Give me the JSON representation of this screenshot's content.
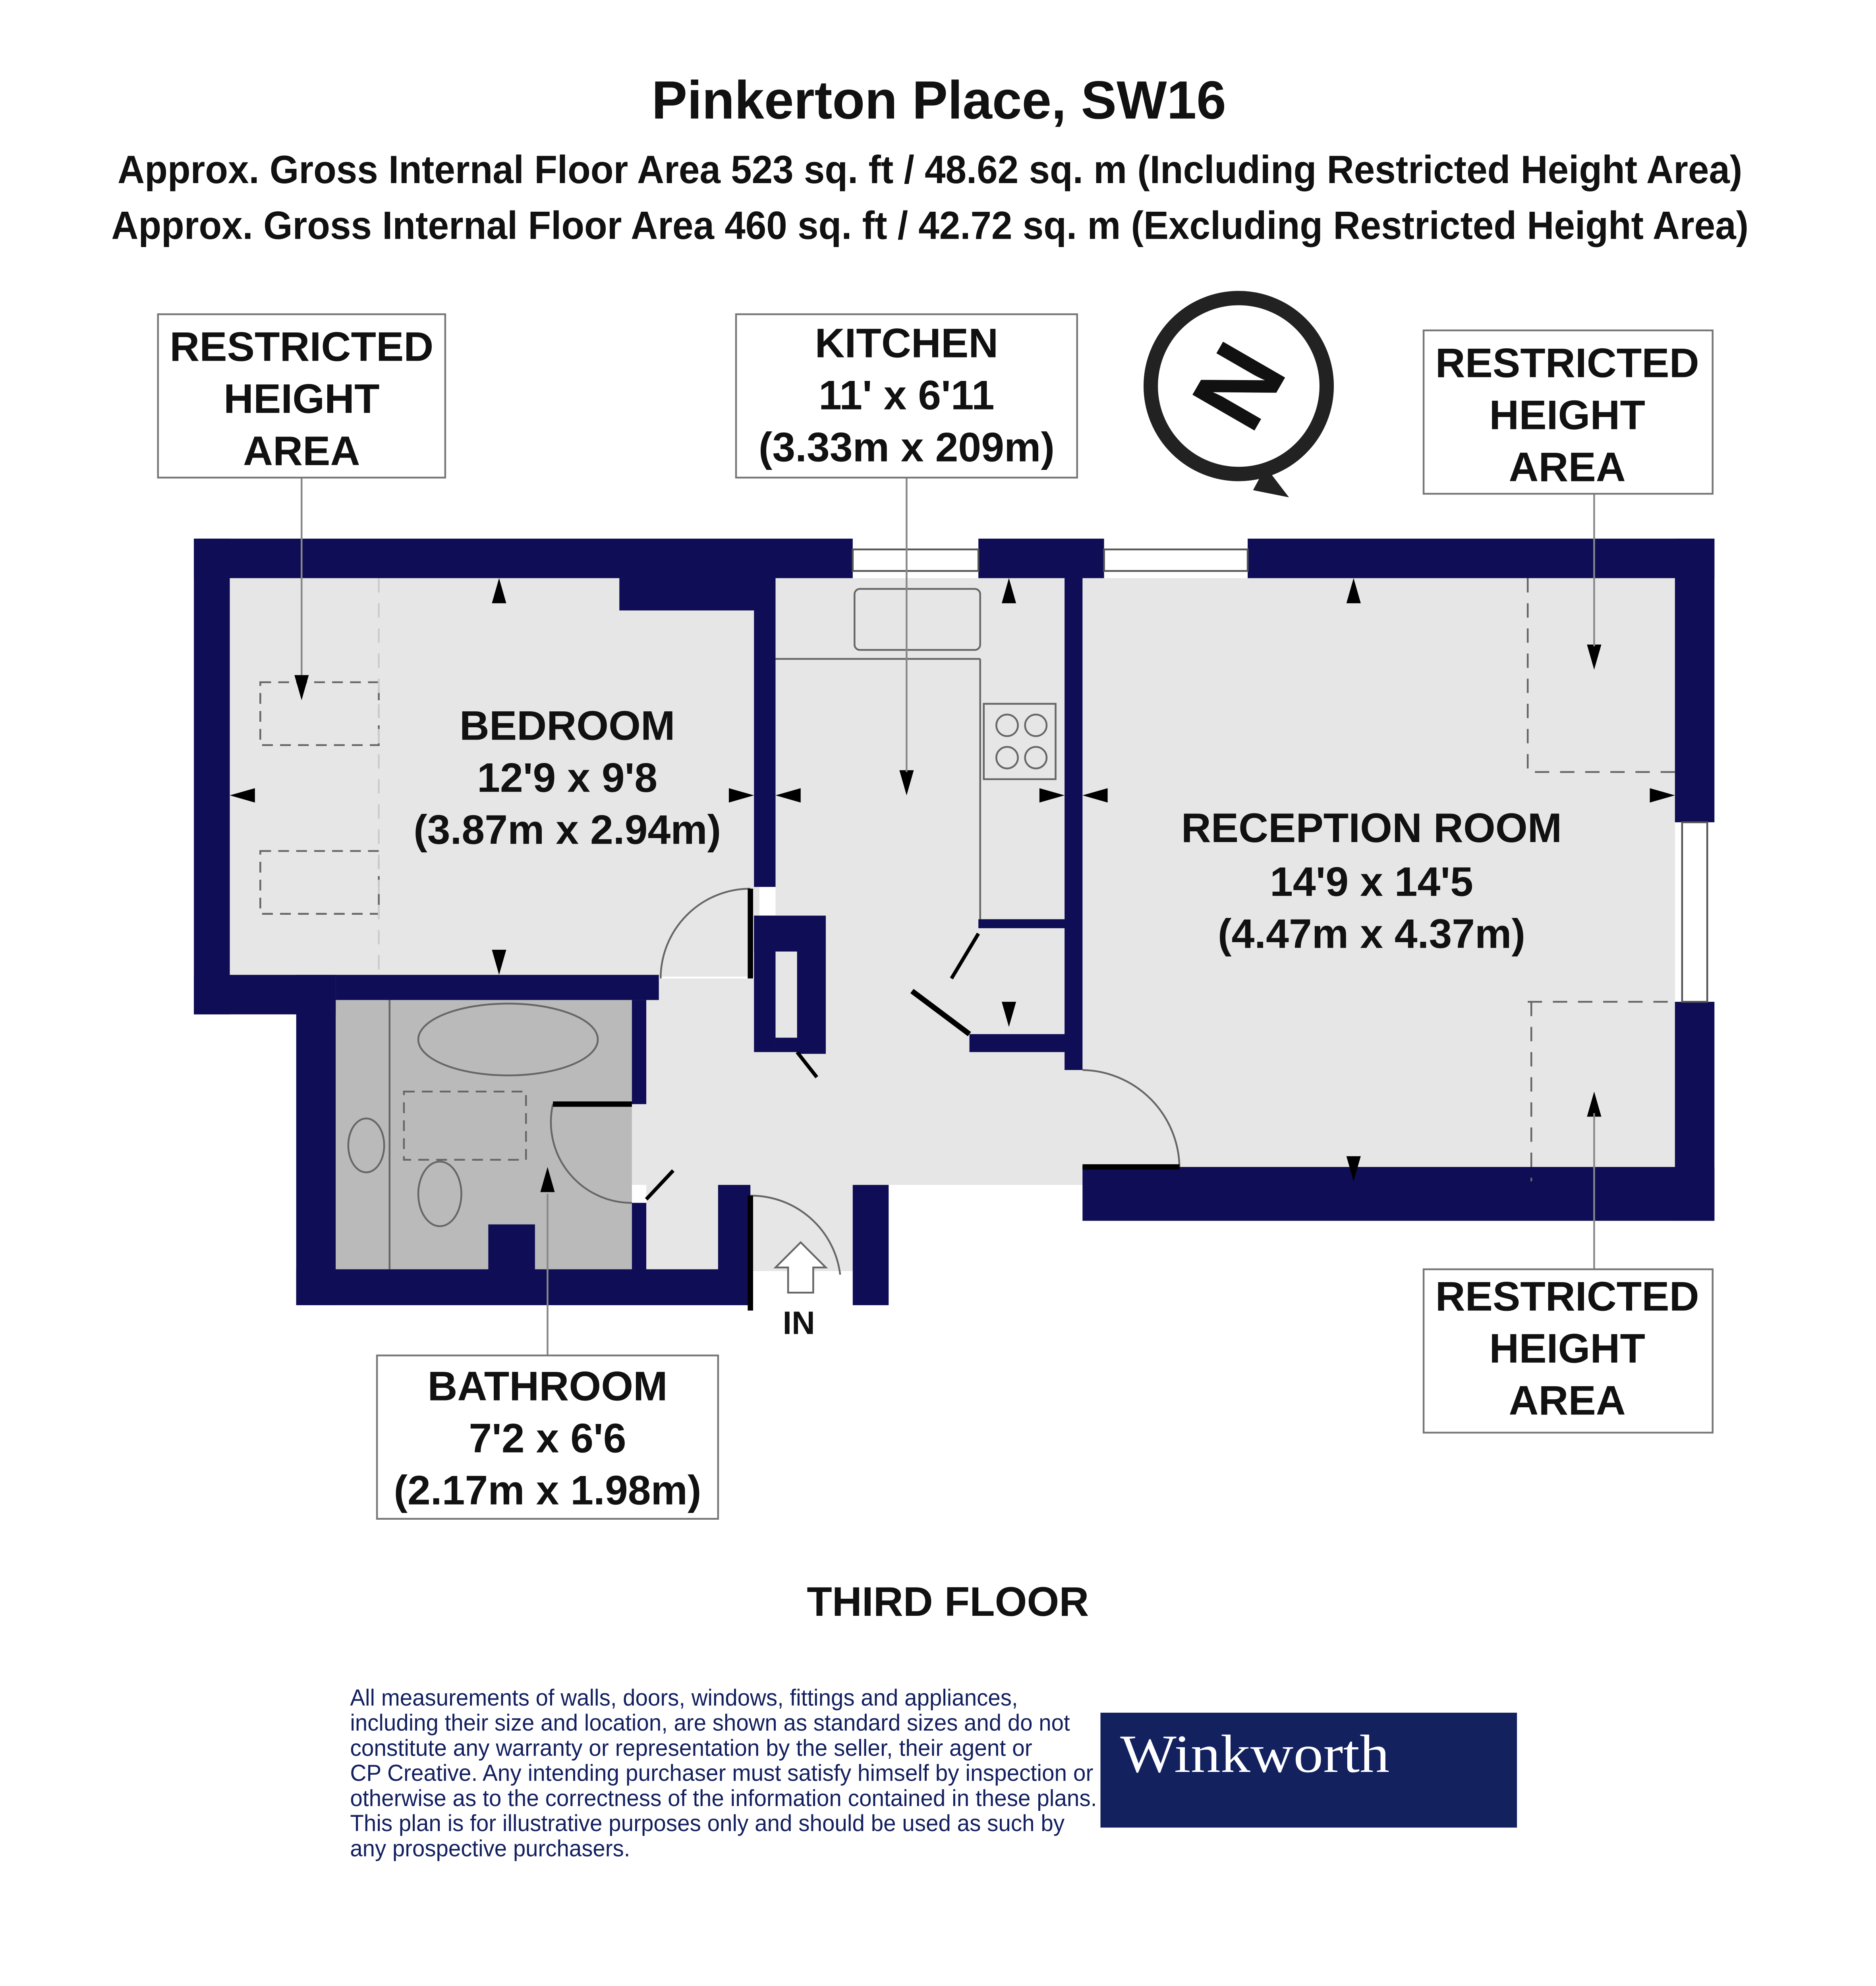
{
  "header": {
    "title": "Pinkerton Place, SW16",
    "area_including": "Approx. Gross Internal Floor Area 523 sq. ft / 48.62 sq. m (Including Restricted Height Area)",
    "area_excluding": "Approx. Gross Internal Floor Area 460 sq. ft / 42.72 sq. m (Excluding Restricted Height Area)"
  },
  "compass": {
    "letter": "N",
    "icon": "north-compass-icon"
  },
  "rooms": {
    "bedroom": {
      "name": "BEDROOM",
      "imperial": "12'9 x 9'8",
      "metric": "(3.87m x 2.94m)"
    },
    "kitchen": {
      "name": "KITCHEN",
      "imperial": "11' x 6'11",
      "metric": "(3.33m x 209m)"
    },
    "reception": {
      "name": "RECEPTION ROOM",
      "imperial": "14'9 x 14'5",
      "metric": "(4.47m x 4.37m)"
    },
    "bathroom": {
      "name": "BATHROOM",
      "imperial": "7'2 x 6'6",
      "metric": "(2.17m x 1.98m)"
    }
  },
  "restricted_labels": [
    {
      "line1": "RESTRICTED",
      "line2": "HEIGHT",
      "line3": "AREA"
    },
    {
      "line1": "RESTRICTED",
      "line2": "HEIGHT",
      "line3": "AREA"
    },
    {
      "line1": "RESTRICTED",
      "line2": "HEIGHT",
      "line3": "AREA"
    }
  ],
  "entrance_label": "IN",
  "floor_label": "THIRD FLOOR",
  "disclaimer": [
    "All measurements of walls, doors, windows, fittings and appliances,",
    "including their size and location, are shown as standard sizes and do not",
    "constitute any warranty or representation by the seller, their agent or",
    "CP Creative. Any intending purchaser must satisfy himself by inspection or",
    "otherwise as to the correctness of the information contained in these plans.",
    "This plan is for illustrative purposes only and should be used as such by",
    "any prospective purchasers."
  ],
  "logo": {
    "text": "Winkworth"
  },
  "colors": {
    "wall": "#0f0d55",
    "floor": "#e6e6e6",
    "bathroom": "#bababa",
    "logo_bg": "#13225f"
  }
}
